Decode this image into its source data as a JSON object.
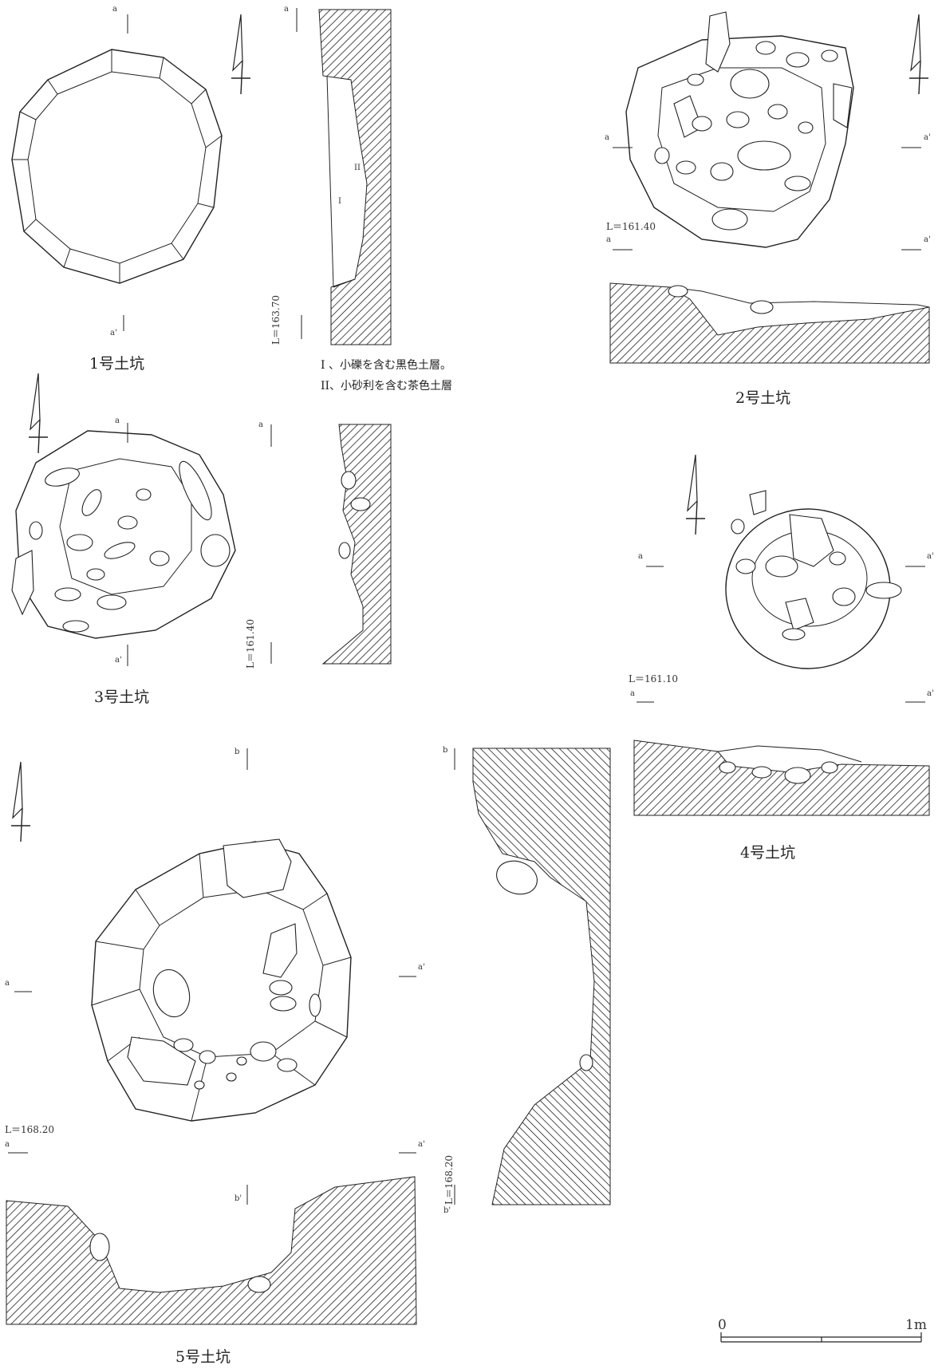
{
  "pits": [
    {
      "label": "1号土坑",
      "level": "L＝163.70",
      "layers": [
        "I",
        "II"
      ]
    },
    {
      "label": "2号土坑",
      "level": "L＝161.40"
    },
    {
      "label": "3号土坑",
      "level": "L＝161.40"
    },
    {
      "label": "4号土坑",
      "level": "L＝161.10"
    },
    {
      "label": "5号土坑",
      "level_plan": "L＝168.20",
      "level_section": "L＝168.20"
    }
  ],
  "legend": [
    "I 、小礫を含む黒色土層。",
    "II、小砂利を含む茶色土層"
  ],
  "markers": {
    "a": "a",
    "a_prime": "a'",
    "b": "b",
    "b_prime": "b'"
  },
  "scale": {
    "start": "0",
    "end": "1m"
  }
}
